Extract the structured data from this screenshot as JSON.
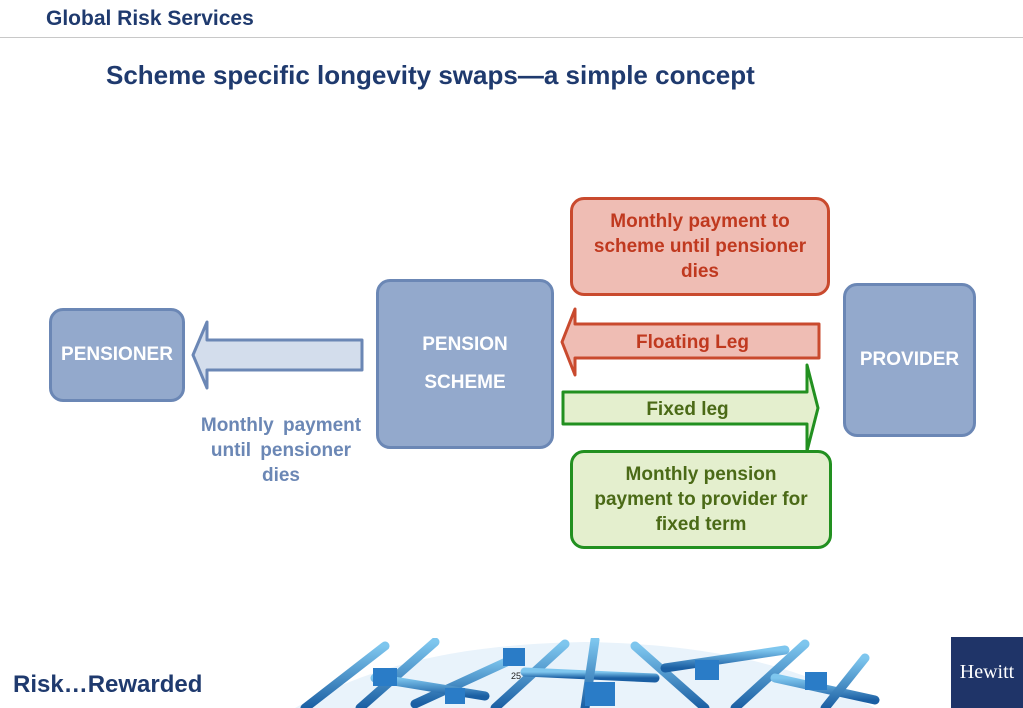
{
  "header": {
    "brand": "Global Risk Services"
  },
  "slide": {
    "title": "Scheme specific longevity swaps—a simple concept"
  },
  "diagram": {
    "pensioner": "PENSIONER",
    "scheme_line1": "PENSION",
    "scheme_line2": "SCHEME",
    "provider": "PROVIDER",
    "floating_leg": "Floating Leg",
    "fixed_leg": "Fixed leg",
    "floating_note": "Monthly payment to scheme until pensioner dies",
    "fixed_note": "Monthly pension payment to provider for fixed term",
    "pensioner_payment": "Monthly payment until pensioner dies"
  },
  "footer": {
    "tagline": "Risk…Rewarded",
    "page_number": "25",
    "logo": "Hewitt"
  },
  "colors": {
    "navy": "#1f3a6e",
    "box_blue": "#93a9cc",
    "box_border": "#6b87b5",
    "floating_red": "#c0391f",
    "fixed_green": "#229020"
  }
}
